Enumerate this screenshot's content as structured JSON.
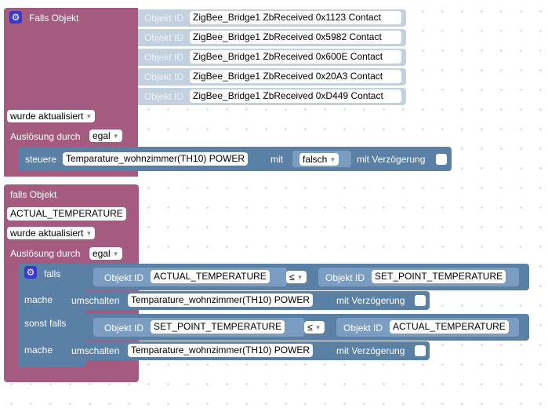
{
  "trigger1": {
    "title": "Falls Objekt",
    "object_ids": [
      {
        "label": "Objekt ID",
        "value": "ZigBee_Bridge1 ZbReceived 0x1123  Contact"
      },
      {
        "label": "Objekt ID",
        "value": "ZigBee_Bridge1 ZbReceived 0x5982  Contact"
      },
      {
        "label": "Objekt ID",
        "value": "ZigBee_Bridge1 ZbReceived 0x600E  Contact"
      },
      {
        "label": "Objekt ID",
        "value": "ZigBee_Bridge1 ZbReceived 0x20A3  Contact"
      },
      {
        "label": "Objekt ID",
        "value": "ZigBee_Bridge1 ZbReceived 0xD449  Contact"
      }
    ],
    "condition": "wurde aktualisiert",
    "ausloesung_label": "Auslösung durch",
    "ausloesung_value": "egal",
    "action": {
      "steuere": "steuere",
      "target": "Temparature_wohnzimmer(TH10) POWER",
      "mit": "mit",
      "value": "falsch",
      "delay_label": "mit Verzögerung"
    }
  },
  "trigger2": {
    "title": "falls Objekt",
    "object": "ACTUAL_TEMPERATURE",
    "condition": "wurde aktualisiert",
    "ausloesung_label": "Auslösung durch",
    "ausloesung_value": "egal",
    "if_block": {
      "falls": "falls",
      "cond1": {
        "left_label": "Objekt ID",
        "left_value": "ACTUAL_TEMPERATURE",
        "op": "≤",
        "right_label": "Objekt ID",
        "right_value": "SET_POINT_TEMPERATURE"
      },
      "mache1": "mache",
      "action1": {
        "label": "umschalten",
        "target": "Temparature_wohnzimmer(TH10) POWER",
        "delay_label": "mit Verzögerung"
      },
      "sonst_falls": "sonst falls",
      "cond2": {
        "left_label": "Objekt ID",
        "left_value": "SET_POINT_TEMPERATURE",
        "op": "≤",
        "right_label": "Objekt ID",
        "right_value": "ACTUAL_TEMPERATURE"
      },
      "mache2": "mache",
      "action2": {
        "label": "umschalten",
        "target": "Temparature_wohnzimmer(TH10) POWER",
        "delay_label": "mit Verzögerung"
      }
    }
  },
  "colors": {
    "trigger": "#a55b80",
    "control": "#5b80a5",
    "object_id": "#c3d0de",
    "gear": "#3a3ac7"
  },
  "icons": {
    "mutator": "gear-icon",
    "dropdown": "triangle-down-icon"
  }
}
